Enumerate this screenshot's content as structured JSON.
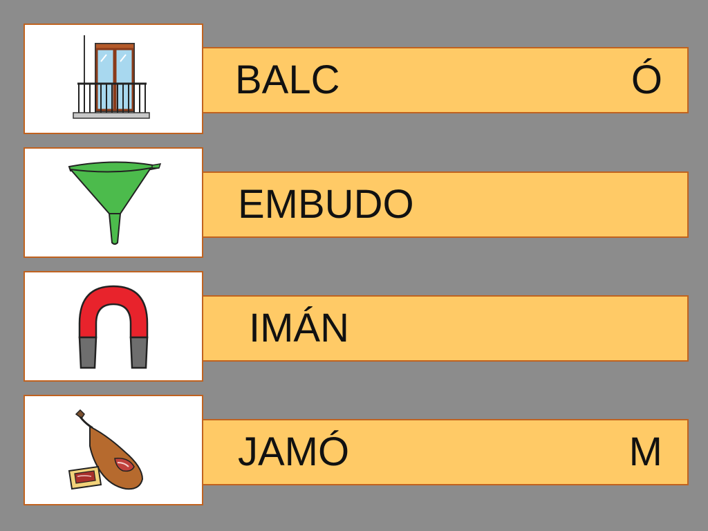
{
  "background_color": "#8c8c8c",
  "bar_color": "#ffca66",
  "border_color": "#c0621f",
  "rows": [
    {
      "icon": "balcony-icon",
      "word": "BALC",
      "trailing": "Ó"
    },
    {
      "icon": "funnel-icon",
      "word": "EMBUDO",
      "trailing": ""
    },
    {
      "icon": "magnet-icon",
      "word": "IMÁN",
      "trailing": ""
    },
    {
      "icon": "ham-icon",
      "word": "JAMÓ",
      "trailing": "M"
    }
  ]
}
